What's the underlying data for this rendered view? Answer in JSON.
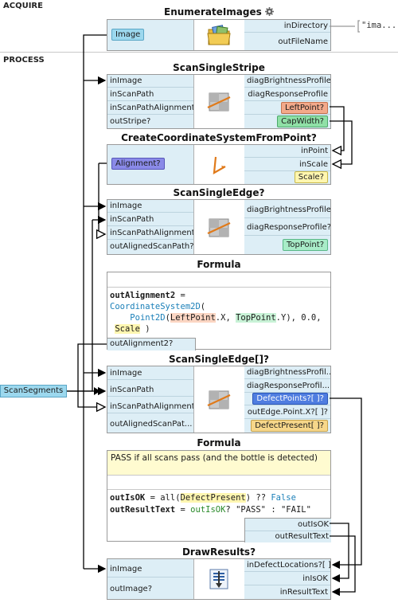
{
  "sections": {
    "acquire": "ACQUIRE",
    "process": "PROCESS"
  },
  "external": {
    "scan_segments": "ScanSegments",
    "directory_value": "\"ima..."
  },
  "nodes": {
    "enumerate": {
      "title": "EnumerateImages",
      "inputs": [
        "Image"
      ],
      "outputs": [
        "inDirectory",
        "outFileName"
      ]
    },
    "scan_stripe": {
      "title": "ScanSingleStripe",
      "inputs": [
        "inImage",
        "inScanPath",
        "inScanPathAlignment*",
        "outStripe?"
      ],
      "outputs": [
        "diagBrightnessProfile",
        "diagResponseProfile",
        "LeftPoint?",
        "CapWidth?"
      ]
    },
    "coord_system": {
      "title": "CreateCoordinateSystemFromPoint?",
      "inputs": [
        "Alignment?"
      ],
      "outputs": [
        "inPoint",
        "inScale",
        "Scale?"
      ]
    },
    "scan_edge": {
      "title": "ScanSingleEdge?",
      "inputs": [
        "inImage",
        "inScanPath",
        "inScanPathAlignment*",
        "outAlignedScanPath?"
      ],
      "outputs": [
        "diagBrightnessProfile?",
        "diagResponseProfile?",
        "TopPoint?"
      ]
    },
    "formula1": {
      "title": "Formula",
      "code": {
        "l1_var": "outAlignment2",
        "l1_op": " =",
        "l2_fn": "CoordinateSystem2D",
        "l2_paren": "(",
        "l3_fn": "Point2D",
        "l3_a": "(",
        "l3_left": "LeftPoint",
        "l3_b": ".X, ",
        "l3_top": "TopPoint",
        "l3_c": ".Y), 0.0,",
        "l4_scale": "Scale",
        "l4_close": " )"
      },
      "output": "outAlignment2?"
    },
    "scan_edges": {
      "title": "ScanSingleEdge[]?",
      "inputs": [
        "inImage",
        "inScanPath",
        "inScanPathAlignment*",
        "outAlignedScanPat..."
      ],
      "outputs": [
        "diagBrightnessProfil...",
        "diagResponseProfil...",
        "DefectPoints?[ ]?",
        "outEdge.Point.X?[ ]?",
        "DefectPresent[ ]?"
      ]
    },
    "formula2": {
      "title": "Formula",
      "description": "PASS if all scans pass (and the bottle is detected)",
      "line1": {
        "var": "outIsOK",
        "op": " = ",
        "fn": "all",
        "p1": "(",
        "arg": "DefectPresent",
        "p2": ")",
        "rest": " ?? ",
        "kw": "False"
      },
      "line2": {
        "var": "outResultText",
        "op": " = ",
        "ref": "outIsOK",
        "q": "? ",
        "s1": "\"PASS\"",
        "c": " : ",
        "s2": "\"FAIL\""
      },
      "outputs": [
        "outIsOK",
        "outResultText"
      ]
    },
    "draw_results": {
      "title": "DrawResults?",
      "inputs": [
        "inImage",
        "outImage?"
      ],
      "outputs": [
        "inDefectLocations?[ ]",
        "inIsOK",
        "inResultText"
      ]
    }
  },
  "colors": {
    "port_bg": "#ddeef6",
    "wire": "#000000",
    "chip_orange": "#f3a98a",
    "chip_green": "#8fe0a6",
    "chip_yellow": "#fff6b0",
    "chip_blue": "#4f7de0"
  },
  "icons": {
    "enumerate": "folder-images-icon",
    "scan": "scan-stripe-icon",
    "coord": "coordinate-axes-icon",
    "draw": "draw-results-icon",
    "settings": "gear-icon"
  }
}
